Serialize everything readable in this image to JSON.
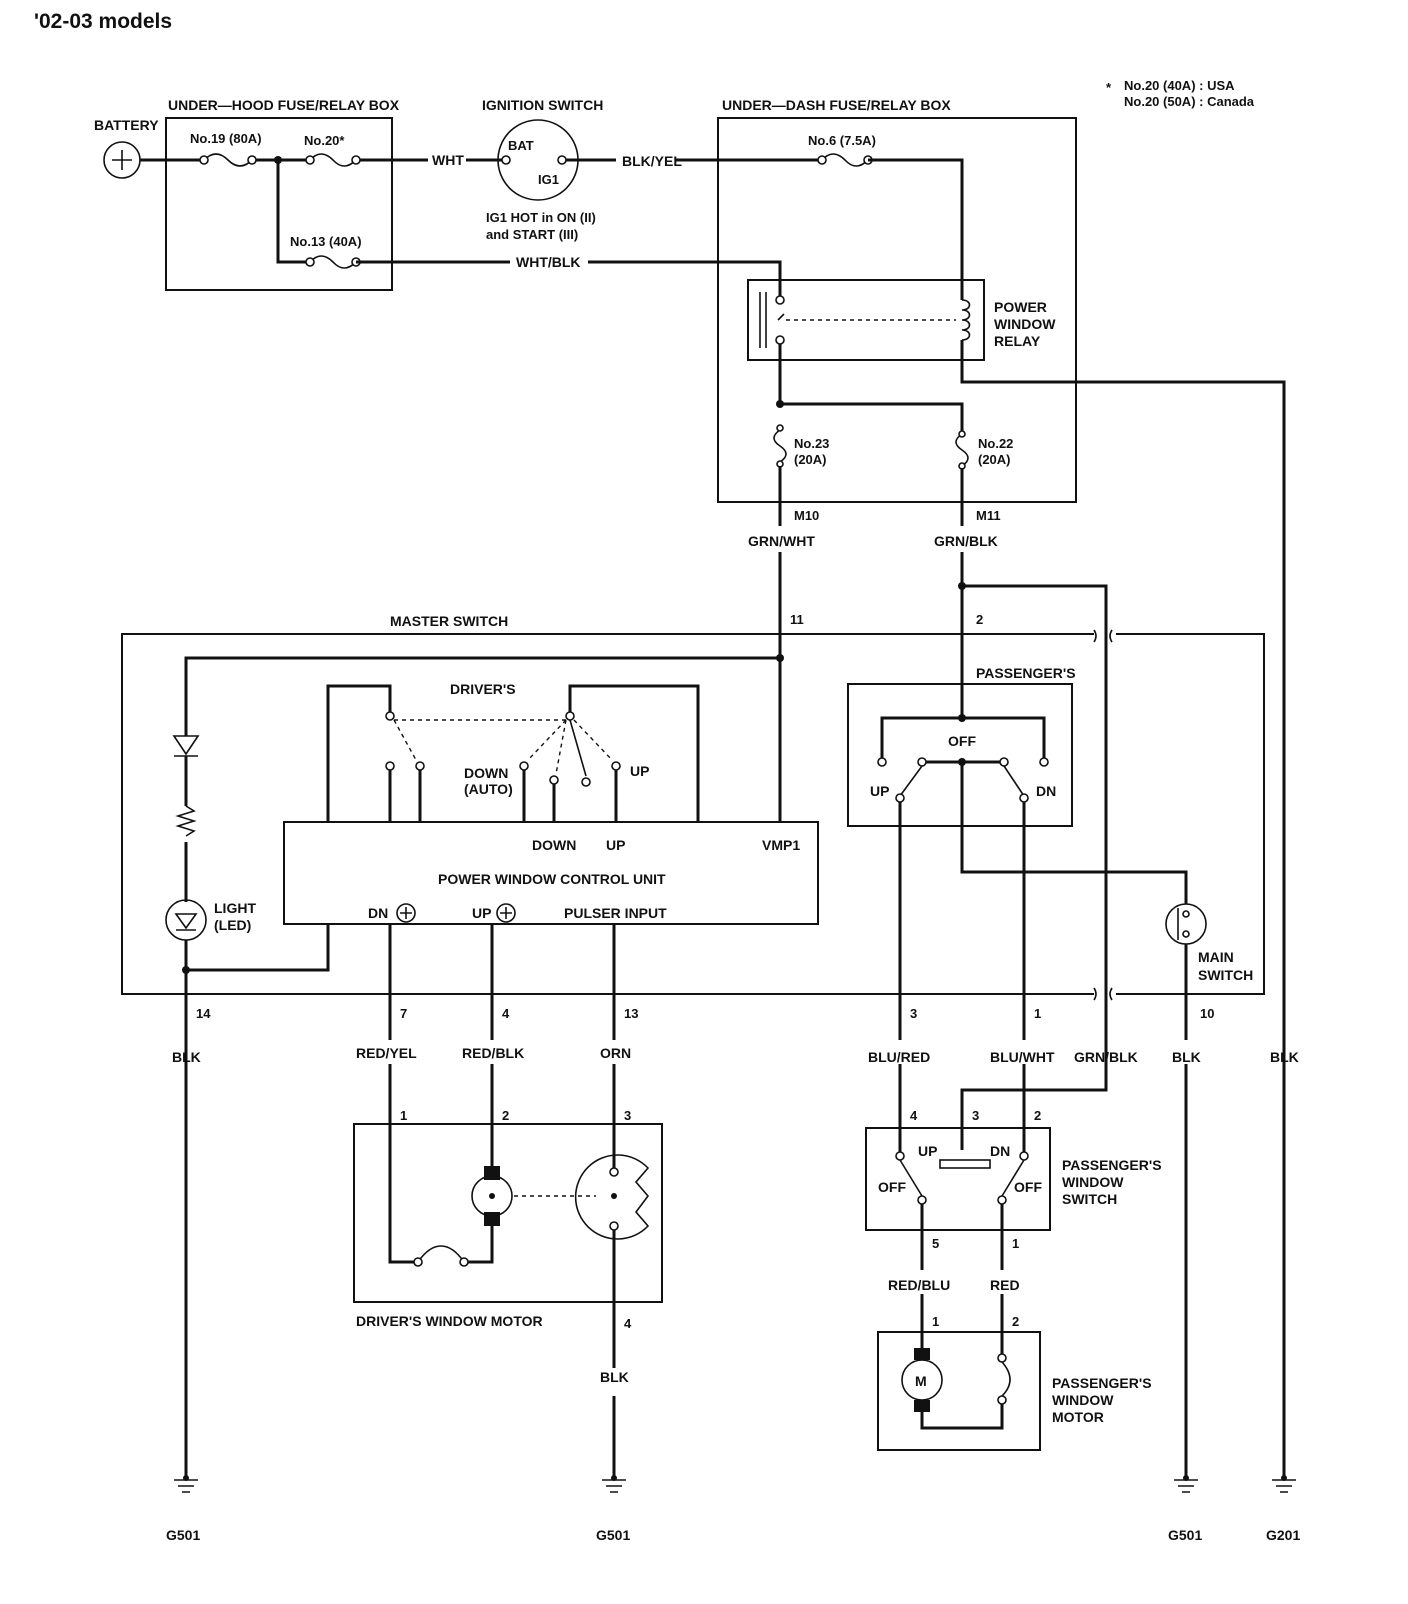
{
  "heading": "'02-03 models",
  "footnote": {
    "star": "*",
    "usa": "No.20 (40A)  : USA",
    "canada": "No.20 (50A)  : Canada"
  },
  "components": {
    "battery": "BATTERY",
    "underhood_box": "UNDER—HOOD FUSE/RELAY BOX",
    "ignition_switch": "IGNITION SWITCH",
    "ign_bat": "BAT",
    "ign_ig1": "IG1",
    "ign_note_1": "IG1 HOT in ON (II)",
    "ign_note_2": "and START (III)",
    "underdash_box": "UNDER—DASH FUSE/RELAY BOX",
    "relay_1": "POWER",
    "relay_2": "WINDOW",
    "relay_3": "RELAY",
    "master_switch": "MASTER SWITCH",
    "drivers": "DRIVER'S",
    "down_auto_1": "DOWN",
    "down_auto_2": "(AUTO)",
    "up": "UP",
    "down": "DOWN",
    "vmp1": "VMP1",
    "control_unit": "POWER WINDOW CONTROL UNIT",
    "dn_plus": "DN",
    "up_plus": "UP",
    "pulser_input": "PULSER INPUT",
    "light_1": "LIGHT",
    "light_2": "(LED)",
    "passengers": "PASSENGER'S",
    "off": "OFF",
    "dn": "DN",
    "main_switch_1": "MAIN",
    "main_switch_2": "SWITCH",
    "drv_motor": "DRIVER'S WINDOW MOTOR",
    "pws_1": "PASSENGER'S",
    "pws_2": "WINDOW",
    "pws_3": "SWITCH",
    "pwm_1": "PASSENGER'S",
    "pwm_2": "WINDOW",
    "pwm_3": "MOTOR",
    "motor_m": "M"
  },
  "fuses": {
    "f19": "No.19 (80A)",
    "f20": "No.20*",
    "f13": "No.13 (40A)",
    "f6": "No.6 (7.5A)",
    "f23a": "No.23",
    "f23b": "(20A)",
    "f22a": "No.22",
    "f22b": "(20A)"
  },
  "wires": {
    "wht": "WHT",
    "blk_yel": "BLK/YEL",
    "wht_blk": "WHT/BLK",
    "grn_wht": "GRN/WHT",
    "grn_blk": "GRN/BLK",
    "grn_blk2": "GRN/BLK",
    "blk14": "BLK",
    "red_yel": "RED/YEL",
    "red_blk": "RED/BLK",
    "orn": "ORN",
    "blu_red": "BLU/RED",
    "blu_wht": "BLU/WHT",
    "blk10": "BLK",
    "blk_g201": "BLK",
    "blk_motor": "BLK",
    "red_blu": "RED/BLU",
    "red": "RED"
  },
  "connectors": {
    "m10": "M10",
    "m11": "M11",
    "p11": "11",
    "p2": "2",
    "p14": "14",
    "p7": "7",
    "p4": "4",
    "p13": "13",
    "p3": "3",
    "p1": "1",
    "p10": "10",
    "dm1": "1",
    "dm2": "2",
    "dm3": "3",
    "dm4": "4",
    "ps4": "4",
    "ps3": "3",
    "ps2": "2",
    "ps5": "5",
    "ps1": "1",
    "pm1": "1",
    "pm2": "2"
  },
  "grounds": {
    "g1": "G501",
    "g2": "G501",
    "g3": "G501",
    "g4": "G201"
  }
}
